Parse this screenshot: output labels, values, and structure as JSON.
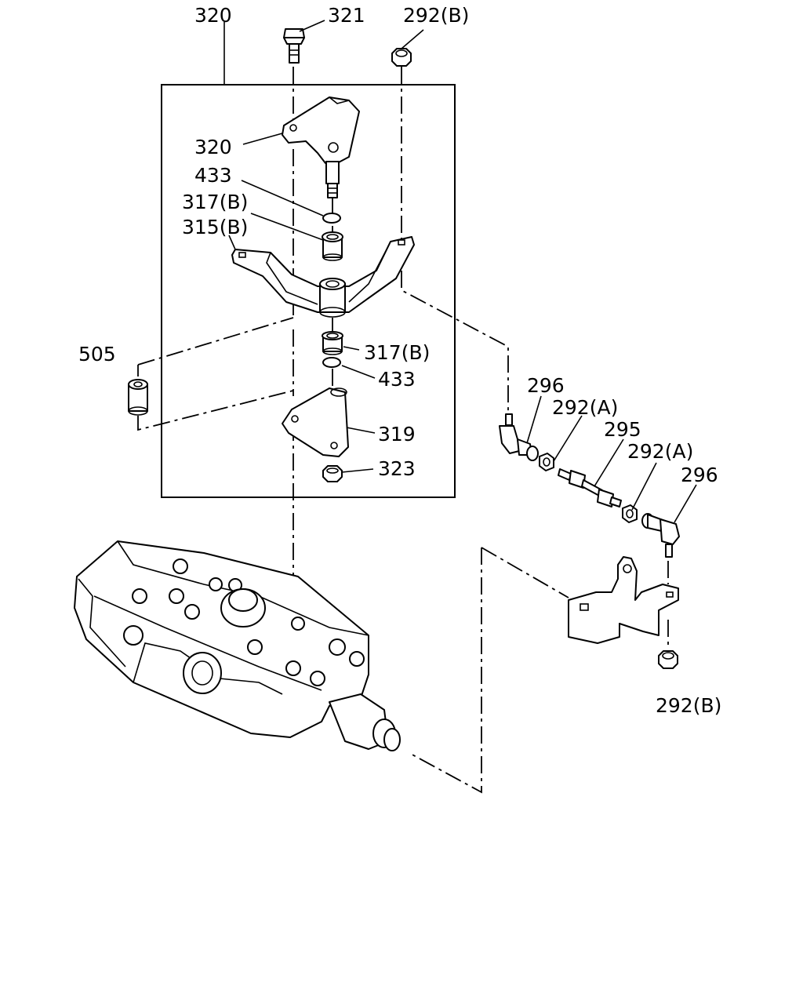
{
  "labels": {
    "320_top": "320",
    "321": "321",
    "292b_top": "292(B)",
    "320_bracket": "320",
    "433_top": "433",
    "317b_top": "317(B)",
    "315b": "315(B)",
    "505": "505",
    "317b_bottom": "317(B)",
    "433_bottom": "433",
    "319": "319",
    "323": "323",
    "296_left": "296",
    "292a_left": "292(A)",
    "295": "295",
    "292a_right": "292(A)",
    "296_right": "296",
    "292b_bottom": "292(B)"
  }
}
